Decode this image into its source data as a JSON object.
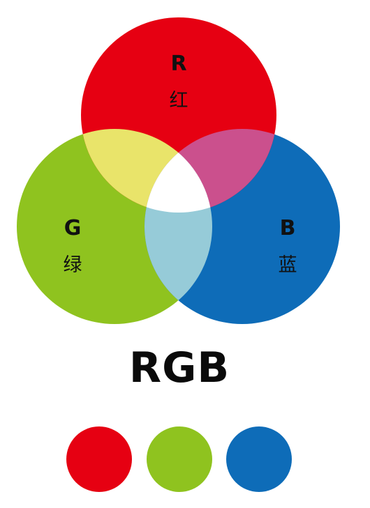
{
  "diagram": {
    "title": "RGB",
    "circles": [
      {
        "letter": "R",
        "name": "红",
        "color": "#E60012"
      },
      {
        "letter": "G",
        "name": "绿",
        "color": "#8FC31F"
      },
      {
        "letter": "B",
        "name": "蓝",
        "color": "#0E6CB8"
      }
    ],
    "overlaps": {
      "red_green": "#E9E46A",
      "red_blue": "#CB508D",
      "green_blue": "#96CBD8",
      "center": "#FFFFFF"
    }
  },
  "swatches": [
    {
      "name": "red",
      "color": "#E60012"
    },
    {
      "name": "green",
      "color": "#8FC31F"
    },
    {
      "name": "blue",
      "color": "#0E6CB8"
    }
  ]
}
